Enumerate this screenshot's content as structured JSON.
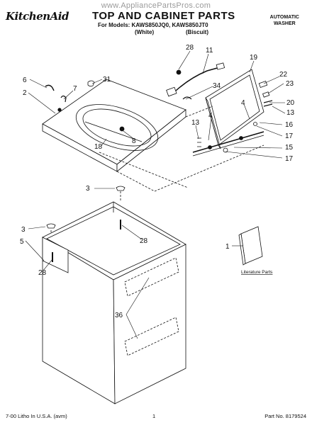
{
  "watermark": "www.AppliancePartsPros.com",
  "header": {
    "brand": "KitchenAid",
    "title": "TOP AND CABINET PARTS",
    "models_line": "For Models: KAWS850JQ0, KAWS850JT0",
    "color_1": "(White)",
    "color_2": "(Biscuit)",
    "product_line_1": "AUTOMATIC",
    "product_line_2": "WASHER"
  },
  "callouts": [
    "28",
    "11",
    "19",
    "22",
    "6",
    "31",
    "23",
    "2",
    "7",
    "34",
    "20",
    "13",
    "4",
    "16",
    "13",
    "4",
    "8",
    "18",
    "17",
    "15",
    "17",
    "3",
    "3",
    "28",
    "5",
    "28",
    "36",
    "1"
  ],
  "literature_label": "Literature Parts",
  "footer": {
    "print_info": "7-00 Litho In U.S.A. (avm)",
    "page_number": "1",
    "part_number": "Part No. 8179524"
  }
}
